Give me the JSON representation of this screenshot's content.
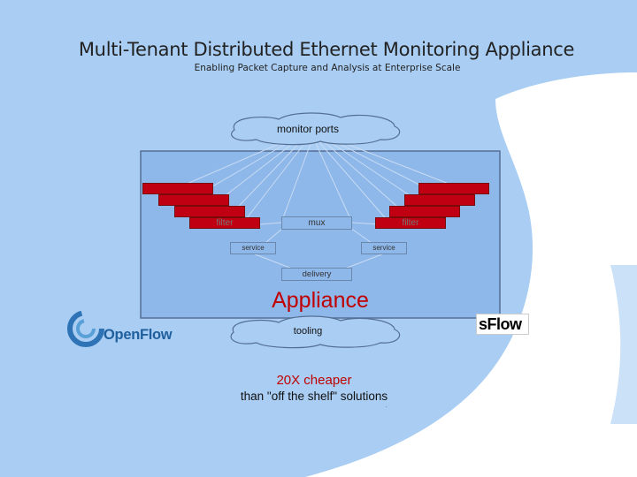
{
  "title": "Multi-Tenant Distributed Ethernet Monitoring Appliance",
  "subtitle": "Enabling Packet Capture and Analysis at Enterprise Scale",
  "diagram": {
    "monitor_ports": "monitor ports",
    "filter_left": "filter",
    "filter_right": "filter",
    "mux": "mux",
    "service_left": "service",
    "service_right": "service",
    "delivery": "delivery",
    "appliance": "Appliance",
    "tooling": "tooling"
  },
  "callout": {
    "cheaper": "20X cheaper",
    "than": "than \"off the shelf\" solutions",
    "dot": "."
  },
  "logos": {
    "openflow": "OpenFlow",
    "sflow": "sFlow"
  },
  "colors": {
    "background": "#a9cdf3",
    "swoosh": "#ffffff",
    "appliance_box": "#8eb7ea",
    "red_bar": "#c00012",
    "accent_text": "#c00000"
  }
}
